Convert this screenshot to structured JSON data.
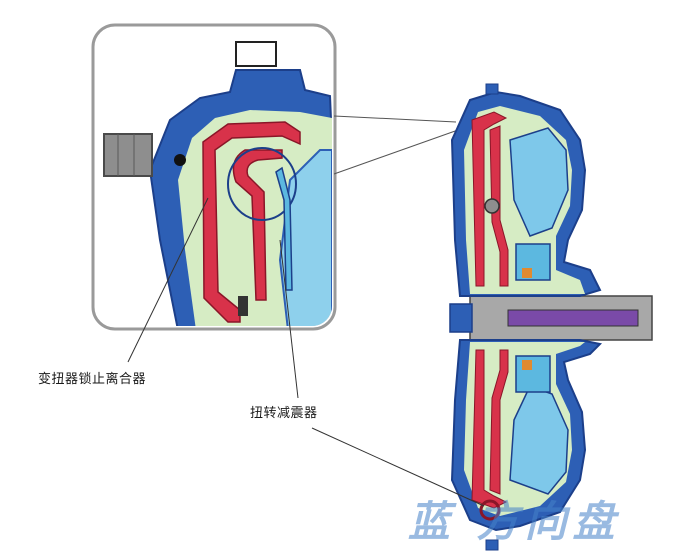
{
  "labels": {
    "lockup_clutch": "变扭器锁止离合器",
    "torsion_damper": "扭转减震器"
  },
  "watermark": "蓝  方向盘",
  "colors": {
    "housing_blue": "#2d5fb5",
    "housing_dark": "#1c3f8a",
    "clutch_red": "#d8324a",
    "fluid_green": "#d6ecc4",
    "turbine_cyan": "#5cb8e0",
    "shaft_gray": "#8e8e8e",
    "frame_gray": "#9a9a9a"
  }
}
